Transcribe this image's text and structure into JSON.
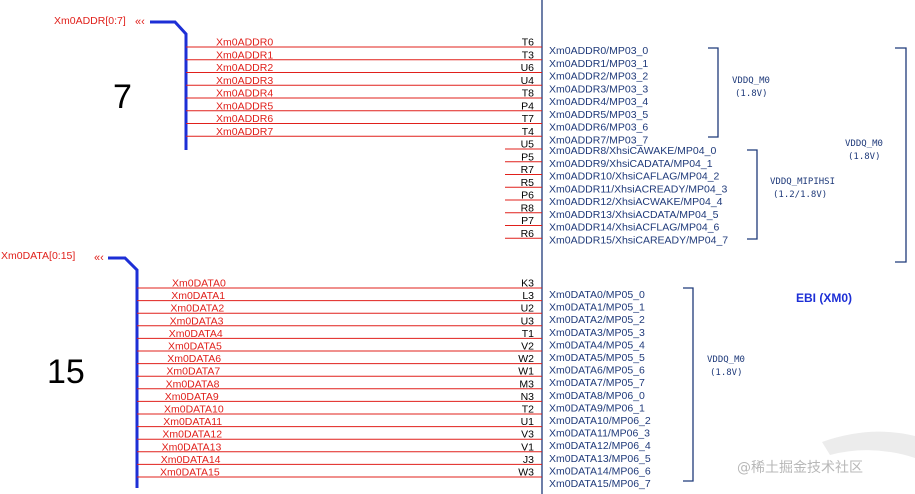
{
  "addr_bus": {
    "label": "Xm0ADDR[0:7]",
    "count": "7"
  },
  "data_bus": {
    "label": "Xm0DATA[0:15]",
    "count": "15"
  },
  "addr_nets": [
    "Xm0ADDR0",
    "Xm0ADDR1",
    "Xm0ADDR2",
    "Xm0ADDR3",
    "Xm0ADDR4",
    "Xm0ADDR5",
    "Xm0ADDR6",
    "Xm0ADDR7"
  ],
  "addr_balls": [
    "T6",
    "T3",
    "U6",
    "U4",
    "T8",
    "P4",
    "T7",
    "T4"
  ],
  "addr_pins": [
    "Xm0ADDR0/MP03_0",
    "Xm0ADDR1/MP03_1",
    "Xm0ADDR2/MP03_2",
    "Xm0ADDR3/MP03_3",
    "Xm0ADDR4/MP03_4",
    "Xm0ADDR5/MP03_5",
    "Xm0ADDR6/MP03_6",
    "Xm0ADDR7/MP03_7"
  ],
  "xhsi_balls": [
    "U5",
    "P5",
    "R7",
    "R5",
    "P6",
    "R8",
    "P7",
    "R6"
  ],
  "xhsi_pins": [
    "Xm0ADDR8/XhsiCAWAKE/MP04_0",
    "Xm0ADDR9/XhsiCADATA/MP04_1",
    "Xm0ADDR10/XhsiCAFLAG/MP04_2",
    "Xm0ADDR11/XhsiACREADY/MP04_3",
    "Xm0ADDR12/XhsiACWAKE/MP04_4",
    "Xm0ADDR13/XhsiACDATA/MP04_5",
    "Xm0ADDR14/XhsiACFLAG/MP04_6",
    "Xm0ADDR15/XhsiCAREADY/MP04_7"
  ],
  "data_nets": [
    "Xm0DATA0",
    "Xm0DATA1",
    "Xm0DATA2",
    "Xm0DATA3",
    "Xm0DATA4",
    "Xm0DATA5",
    "Xm0DATA6",
    "Xm0DATA7",
    "Xm0DATA8",
    "Xm0DATA9",
    "Xm0DATA10",
    "Xm0DATA11",
    "Xm0DATA12",
    "Xm0DATA13",
    "Xm0DATA14",
    "Xm0DATA15"
  ],
  "data_balls": [
    "K3",
    "L3",
    "U2",
    "U3",
    "T1",
    "V2",
    "W2",
    "W1",
    "M3",
    "N3",
    "T2",
    "U1",
    "V3",
    "V1",
    "J3",
    "W3"
  ],
  "data_pins": [
    "Xm0DATA0/MP05_0",
    "Xm0DATA1/MP05_1",
    "Xm0DATA2/MP05_2",
    "Xm0DATA3/MP05_3",
    "Xm0DATA4/MP05_4",
    "Xm0DATA5/MP05_5",
    "Xm0DATA6/MP05_6",
    "Xm0DATA7/MP05_7",
    "Xm0DATA8/MP06_0",
    "Xm0DATA9/MP06_1",
    "Xm0DATA10/MP06_2",
    "Xm0DATA11/MP06_3",
    "Xm0DATA12/MP06_4",
    "Xm0DATA13/MP06_5",
    "Xm0DATA14/MP06_6",
    "Xm0DATA15/MP06_7"
  ],
  "domains": {
    "mp03": {
      "name": "VDDQ_M0",
      "voltage": "(1.8V)"
    },
    "mp04": {
      "name": "VDDQ_MIPIHSI",
      "voltage": "(1.2/1.8V)"
    },
    "outer": {
      "name": "VDDQ_M0",
      "voltage": "(1.8V)"
    },
    "mp05": {
      "name": "VDDQ_M0",
      "voltage": "(1.8V)"
    }
  },
  "block_title": "EBI (XM0)",
  "watermark": "@稀土掘金技术社区",
  "colors": {
    "net": "#e0201b",
    "bus": "#1d2fd6",
    "pin_text": "#1f3a7a",
    "body_line": "#1f3a7a"
  }
}
